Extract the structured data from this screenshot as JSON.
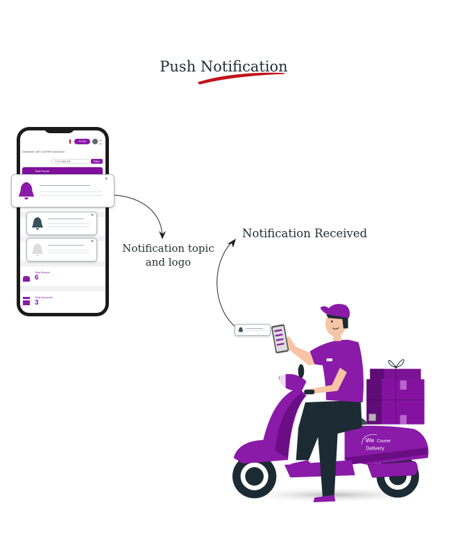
{
  "title": "Push Notification",
  "colors": {
    "accent": "#8a1aa8",
    "swoosh": "#c0141c",
    "text": "#1f2d33"
  },
  "phone": {
    "header": {
      "todo_label": "To Do",
      "alert_icon": "alert-icon",
      "avatar_icon": "avatar-icon",
      "menu_icon": "menu-icon"
    },
    "breadcrumb": "Dashboard / WE COURIER Dashboard",
    "date_placeholder": "YYYY-MM-DD",
    "filter_label": "Filter",
    "total_parcel_label": "Total Parcel",
    "stats": [
      {
        "label": "Total Branch",
        "value": "6",
        "icon": "building-icon"
      },
      {
        "label": "Total Accounts",
        "value": "3",
        "icon": "card-icon"
      }
    ],
    "notifications": [
      {
        "icon": "bell-icon",
        "bell_color": "#8a1aa8"
      },
      {
        "icon": "bell-icon",
        "bell_color": "#36535e"
      },
      {
        "icon": "bell-icon",
        "bell_color": "#dcdcdc"
      }
    ]
  },
  "captions": {
    "topic_line1": "Notification topic",
    "topic_line2": "and logo",
    "received": "Notification Received"
  },
  "illustration": {
    "scooter_logo_line1": "We",
    "scooter_logo_line2": "Courier",
    "scooter_logo_line3": "Delivery"
  }
}
